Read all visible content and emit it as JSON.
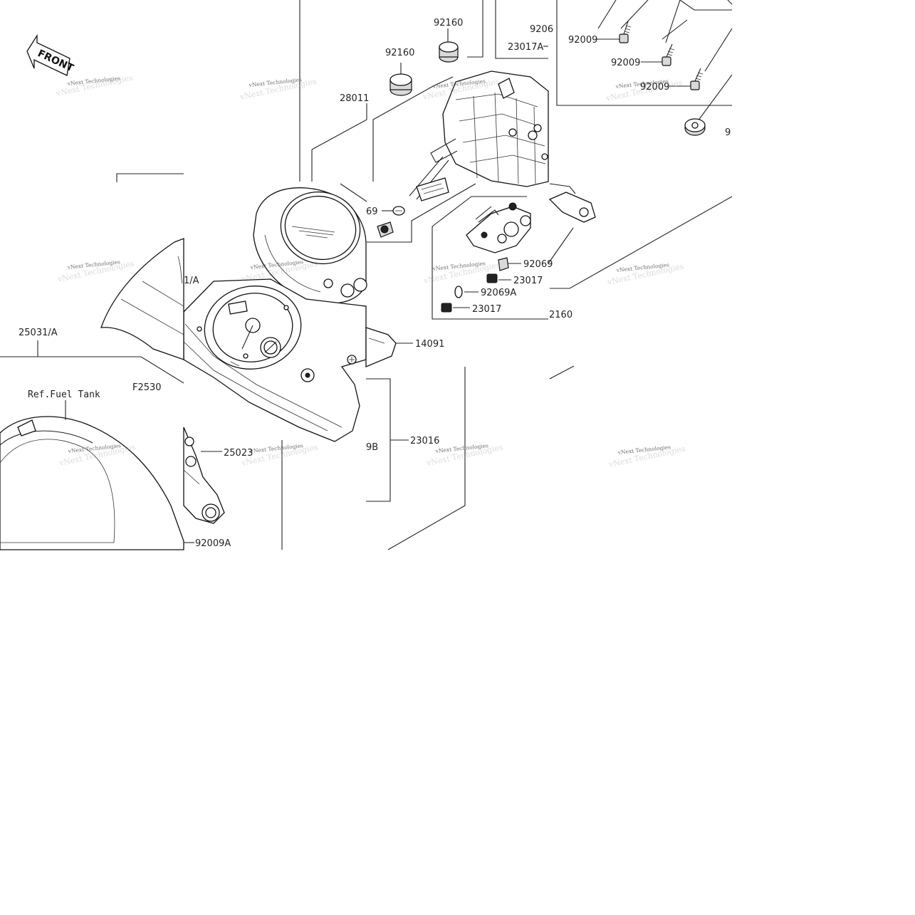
{
  "front_badge": "FRONT",
  "watermark": "vNext Technologies",
  "labels": {
    "p92160_top": "92160",
    "p92160_left": "92160",
    "p9206_cut": "9206",
    "p23017A": "23017A",
    "p92009_a": "92009",
    "p92009_b": "92009",
    "p92009_c": "92009",
    "p9_cut": "9",
    "p28011": "28011",
    "p69_cut": "69",
    "p1A_cut": "1/A",
    "p92069": "92069",
    "p23017_a": "23017",
    "p92069A": "92069A",
    "p23017_b": "23017",
    "p2160_cut": "2160",
    "p14091": "14091",
    "p25031A": "25031/A",
    "ref_fuel_tank": "Ref.Fuel Tank",
    "pF2530": "F2530",
    "p9B_cut": "9B",
    "p23016": "23016",
    "p25023": "25023",
    "p92009A": "92009A"
  },
  "colors": {
    "line": "#222222",
    "background": "#ffffff",
    "part_fill": "#d9d9d9"
  }
}
